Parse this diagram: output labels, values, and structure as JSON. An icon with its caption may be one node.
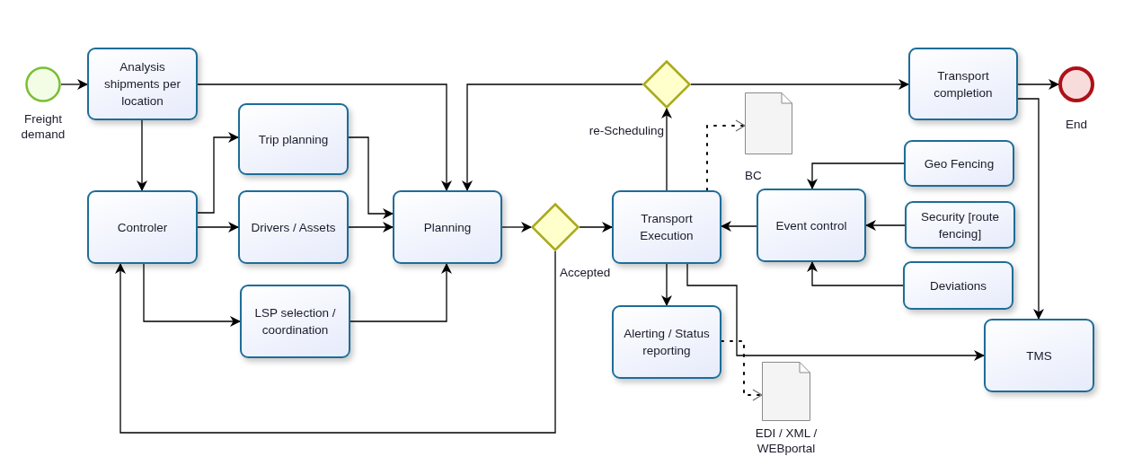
{
  "diagram": {
    "nodes": [
      {
        "text": [
          "Freight demand"
        ]
      },
      {
        "text": [
          "Analysis shipments per location"
        ]
      },
      {
        "text": [
          "Trip planning"
        ]
      },
      {
        "text": [
          "Controler"
        ]
      },
      {
        "text": [
          "Drivers / Assets"
        ]
      },
      {
        "text": [
          "Planning"
        ]
      },
      {
        "text": [
          "Accepted"
        ]
      },
      {
        "text": [
          "LSP selection / coordination"
        ]
      },
      {
        "text": [
          "re-Scheduling"
        ]
      },
      {
        "text": [
          "Transport completion"
        ]
      },
      {
        "text": [
          "End"
        ]
      },
      {
        "text": [
          "BC"
        ]
      },
      {
        "text": [
          "Transport Execution"
        ]
      },
      {
        "text": [
          "Geo Fencing"
        ]
      },
      {
        "text": [
          "Event control"
        ]
      },
      {
        "text": [
          "Security [route fencing]"
        ]
      },
      {
        "text": [
          "Deviations"
        ]
      },
      {
        "text": [
          "Alerting / Status reporting"
        ]
      },
      {
        "text": [
          "TMS"
        ]
      },
      {
        "text": [
          "EDI / XML / WEBportal"
        ]
      }
    ],
    "edges": [
      {
        "from": 0,
        "to": 1,
        "arrow": "to"
      },
      {
        "from": 1,
        "to": 3,
        "arrow": "to"
      },
      {
        "from": 1,
        "to": 5,
        "arrow": "to"
      },
      {
        "from": 3,
        "to": 2,
        "arrow": "to"
      },
      {
        "from": 3,
        "to": 4,
        "arrow": "to"
      },
      {
        "from": 3,
        "to": 7,
        "arrow": "to"
      },
      {
        "from": 2,
        "to": 5,
        "arrow": "to"
      },
      {
        "from": 4,
        "to": 5,
        "arrow": "to"
      },
      {
        "from": 7,
        "to": 5,
        "arrow": "to"
      },
      {
        "from": 5,
        "to": 6,
        "arrow": "to"
      },
      {
        "from": 6,
        "to": 12,
        "arrow": "to"
      },
      {
        "from": 6,
        "to": 3,
        "arrow": "to"
      },
      {
        "from": 12,
        "to": 8,
        "arrow": "to"
      },
      {
        "from": 8,
        "to": 5,
        "arrow": "to"
      },
      {
        "from": 8,
        "to": 9,
        "arrow": "to"
      },
      {
        "from": 9,
        "to": 10,
        "arrow": "to"
      },
      {
        "from": 9,
        "to": 18,
        "arrow": "to"
      },
      {
        "from": 13,
        "to": 14,
        "arrow": "to"
      },
      {
        "from": 15,
        "to": 14,
        "arrow": "to"
      },
      {
        "from": 16,
        "to": 14,
        "arrow": "to"
      },
      {
        "from": 14,
        "to": 12,
        "arrow": "to"
      },
      {
        "from": 12,
        "to": 17,
        "arrow": "to"
      },
      {
        "from": 12,
        "to": 18,
        "arrow": "to"
      },
      {
        "from": 12,
        "to": 11,
        "arrow": "to",
        "style": "dashed"
      },
      {
        "from": 17,
        "to": 19,
        "arrow": "to",
        "style": "dashed"
      }
    ]
  }
}
